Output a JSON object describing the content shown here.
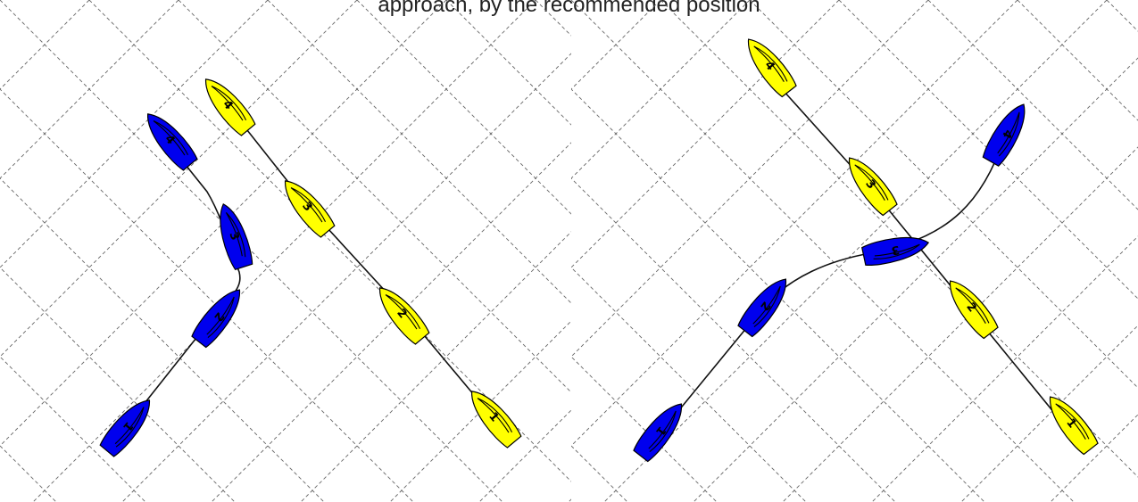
{
  "caption": "approach, by the recommended position",
  "colors": {
    "blue": "#0000ee",
    "yellow": "#ffff00",
    "grid": "#666666",
    "track": "#111111",
    "outline": "#000000"
  },
  "diagrams": [
    {
      "name": "left-diagram",
      "boats": [
        {
          "team": "blue",
          "label": "1"
        },
        {
          "team": "blue",
          "label": "2"
        },
        {
          "team": "blue",
          "label": "3"
        },
        {
          "team": "blue",
          "label": "4"
        },
        {
          "team": "yellow",
          "label": "1"
        },
        {
          "team": "yellow",
          "label": "2"
        },
        {
          "team": "yellow",
          "label": "3"
        },
        {
          "team": "yellow",
          "label": "4"
        }
      ]
    },
    {
      "name": "right-diagram",
      "boats": [
        {
          "team": "blue",
          "label": "1"
        },
        {
          "team": "blue",
          "label": "2"
        },
        {
          "team": "blue",
          "label": "3"
        },
        {
          "team": "blue",
          "label": "4"
        },
        {
          "team": "yellow",
          "label": "1"
        },
        {
          "team": "yellow",
          "label": "2"
        },
        {
          "team": "yellow",
          "label": "3"
        },
        {
          "team": "yellow",
          "label": "4"
        }
      ]
    }
  ]
}
